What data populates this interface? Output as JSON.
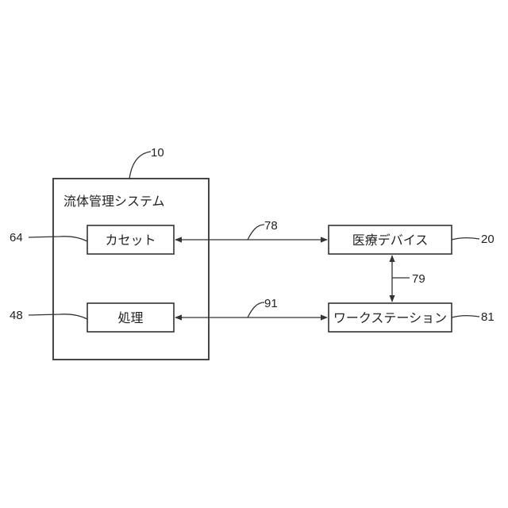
{
  "system": {
    "title": "流体管理システム",
    "ref": "10"
  },
  "blocks": {
    "cassette": {
      "label": "カセット",
      "ref": "64"
    },
    "processing": {
      "label": "処理",
      "ref": "48"
    },
    "medical_device": {
      "label": "医療デバイス",
      "ref": "20"
    },
    "workstation": {
      "label": "ワークステーション",
      "ref": "81"
    }
  },
  "links": {
    "cassette_device": {
      "ref": "78"
    },
    "device_workstation": {
      "ref": "79"
    },
    "processing_workstation": {
      "ref": "91"
    }
  },
  "colors": {
    "line": "#333333",
    "text": "#222222",
    "background": "#ffffff"
  }
}
